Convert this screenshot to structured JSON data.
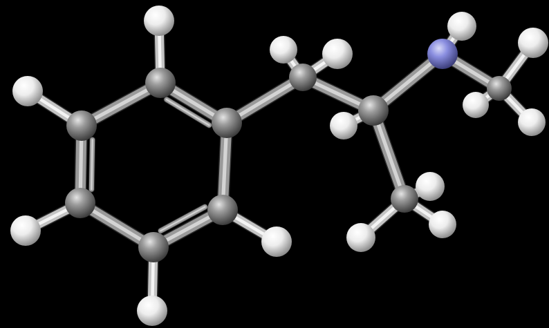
{
  "scene": {
    "background_color": "#000000",
    "style": "ball-and-stick",
    "element_colors": {
      "C": "#8e8e8e",
      "H": "#f2f2f2",
      "N": "#8a8ee0"
    },
    "bond_color": "#9a9a9a",
    "atom_count": 26,
    "bond_count": 26
  }
}
